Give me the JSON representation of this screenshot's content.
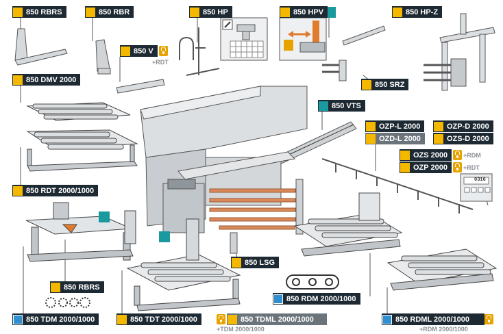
{
  "labels": {
    "rbrs_top": "850 RBRS",
    "rbr": "850 RBR",
    "hp": "850 HP",
    "hpv": "850 HPV",
    "hp_z": "850 HP-Z",
    "v": "850 V",
    "dmv": "850 DMV 2000",
    "srz": "850 SRZ",
    "vts": "850 VTS",
    "ozp_l": "OZP-L 2000",
    "ozp_d": "OZP-D 2000",
    "ozd_l": "OZD-L 2000",
    "ozs_d": "OZS-D 2000",
    "ozs": "OZS 2000",
    "ozp": "OZP 2000",
    "rdt": "850 RDT 2000/1000",
    "rbrs_bottom": "850 RBRS",
    "lsg": "850 LSG",
    "rdm": "850 RDM 2000/1000",
    "tdm": "850 TDM 2000/1000",
    "tdt": "850 TDT 2000/1000",
    "tdml": "850 TDML 2000/1000",
    "rdml": "850 RDML 2000/1000"
  },
  "notes": {
    "v_rdt": "+RDT",
    "ozs_rdm": "+RDM",
    "ozp_rdt": "+RDT",
    "tdml_tdm": "+TDM 2000/1000",
    "rdml_rdm": "+RDM 2000/1000"
  },
  "display": {
    "readout": "0316"
  },
  "colors": {
    "label_bg": "#1e2a33",
    "label_bg_grey": "#6b747b",
    "yellow": "#f5b800",
    "teal": "#1a9a9e",
    "blue": "#2f8fd0",
    "lock": "#e8a300",
    "orange": "#e07b2e"
  },
  "icons": {
    "lock": "lock-icon",
    "gears": "gear-train-icon",
    "rollers": "roller-chain-icon"
  }
}
